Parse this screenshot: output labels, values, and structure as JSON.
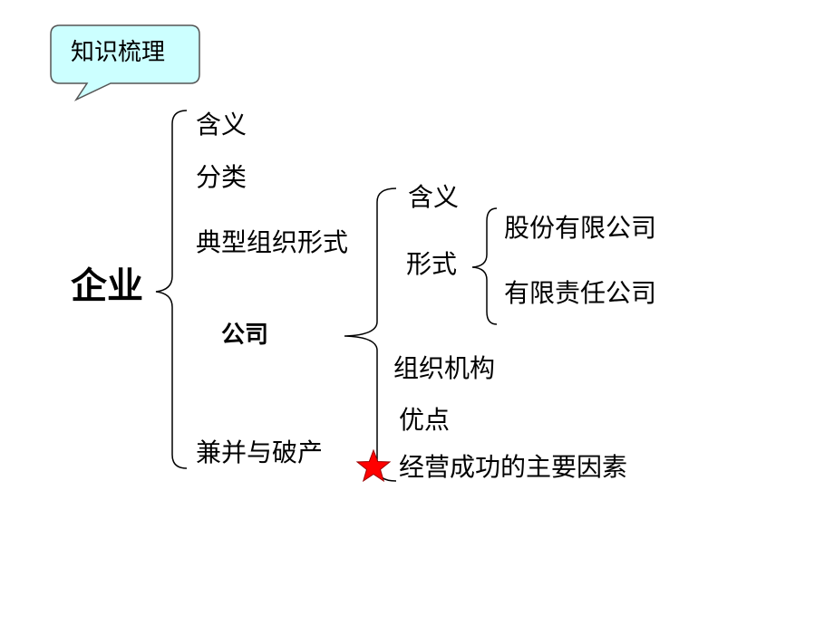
{
  "callout": {
    "title": "知识梳理",
    "fill": "#CCFFFF",
    "stroke": "#555555"
  },
  "tree": {
    "root": "企业",
    "level1": {
      "meaning": "含义",
      "classification": "分类",
      "typical_form": "典型组织形式",
      "company": "公司",
      "merger_bankruptcy": "兼并与破产"
    },
    "company_children": {
      "meaning": "含义",
      "forms": "形式",
      "structure": "组织机构",
      "advantages": "优点",
      "success_factors": "经营成功的主要因素"
    },
    "form_types": {
      "joint_stock": "股份有限公司",
      "limited_liability": "有限责任公司"
    }
  },
  "marker": {
    "icon": "star-icon",
    "fill": "#FF0000",
    "stroke": "#990000"
  }
}
